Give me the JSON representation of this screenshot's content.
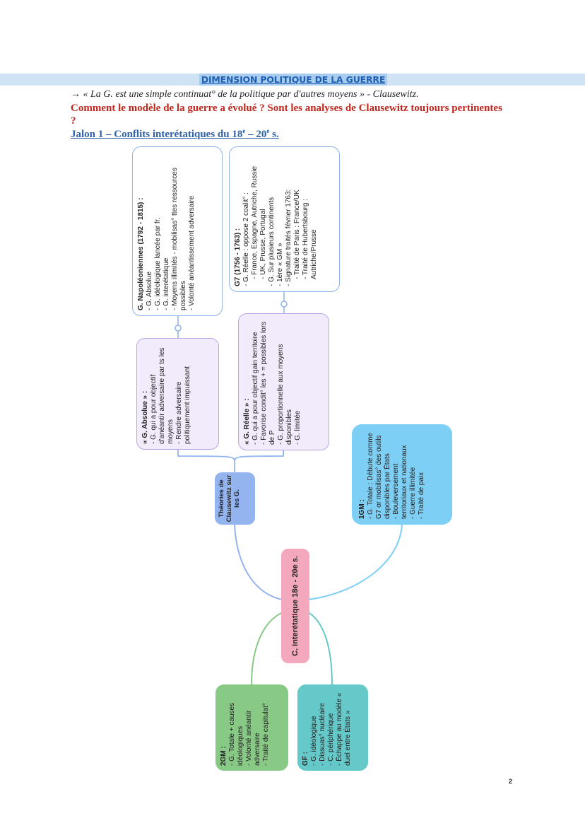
{
  "page_title": "DIMENSION POLITIQUE DE LA GUERRE",
  "quote": "→ « La G. est une simple continuat° de la politique par d'autres moyens » - Clausewitz.",
  "question": "Comment le modèle de la guerre a évolué ? Sont les analyses de Clausewitz toujours pertinentes ?",
  "jalon": {
    "prefix": "Jalon 1 – Conflits interétatiques du 18",
    "sup1": "e",
    "mid": " – 20",
    "sup2": "e",
    "suffix": " s."
  },
  "nodes": {
    "napo": {
      "head": "G. Napoléoniennes (1792 - 1815) :",
      "lines": [
        "- G. Absolue",
        "- G. idéologique lancée par fr.",
        "- G. interétatique",
        "- Moyens illimités - mobilisas° ttes ressources possibles",
        "- Volonté anéantissement adversaire"
      ]
    },
    "g7": {
      "head": "G7 (1756 - 1763) :",
      "lines": [
        "- G. Réelle : oppose 2 coalit° :",
        "- France, Espagne, Autriche, Russie",
        "- UK, Prusse, Portugal",
        "- G. Sur plusieurs continents",
        "- 1ère « GM »",
        "- Signature traités février 1763:",
        "- Traité de Paris : France/UK",
        "- Traité de Hubertsbourg : Autriche/Prusse"
      ]
    },
    "absolue": {
      "head": "« G. Absolue » :",
      "lines": [
        "- G. qui a pour objectif d'anéantir adversaire par ts les moyens",
        "- Rendre adversaire politiquement impuissant"
      ]
    },
    "reelle": {
      "head": "« G. Réelle » :",
      "lines": [
        "- G. qui a pour objectif gain territoire",
        "- Favorise condit° les + = possibles lors de P",
        "- G. proportionnelle aux moyens disponibles",
        "- G. limitée"
      ]
    },
    "theories": {
      "label": "Théories de Clausewitz sur les G."
    },
    "gm1": {
      "head": "1GM :",
      "lines": [
        "- G. Totale : Débute comme G7 or mobilisas° des outils disponibles par États",
        "- Bouleversement territoriaux et nationaux",
        "- Guerre illimitée",
        "- Traité de paix"
      ]
    },
    "center": {
      "label": "C. interétatique 18e - 20e s."
    },
    "gm2": {
      "head": "2GM :",
      "lines": [
        "- G. Totale + causes idéologiques",
        "- Volonté anéantir adversaire",
        "- Traité de capitulat°"
      ]
    },
    "gf": {
      "head": "GF :",
      "lines": [
        "- G. idéologique",
        "- Dissuas° nucléaire",
        "- C. périphérique",
        "- Échappe au modèle « duel entre États »"
      ]
    }
  },
  "colors": {
    "blue_border": "#8fb3e6",
    "purple_fill": "#f2ebfb",
    "theories_fill": "#94b4ef",
    "gm1_fill": "#7dcff5",
    "center_fill": "#f4a8be",
    "gm2_fill": "#88c985",
    "gf_fill": "#64c9c8"
  },
  "page_number": "2"
}
